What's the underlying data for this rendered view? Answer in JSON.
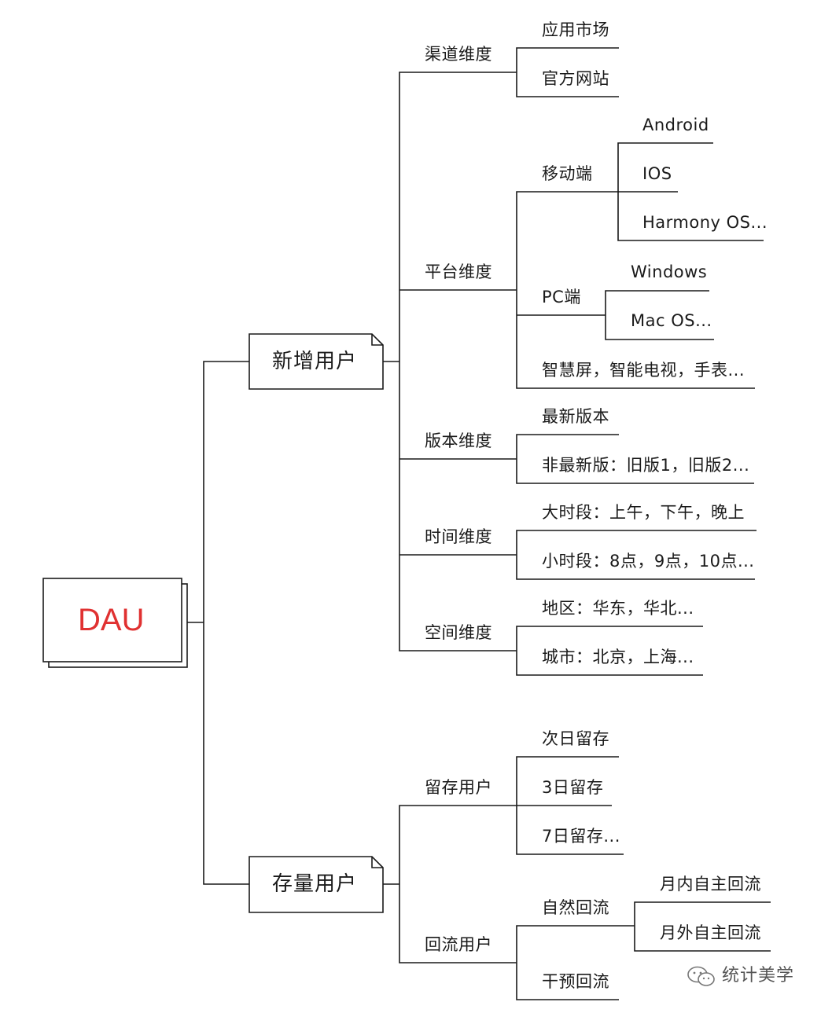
{
  "root": {
    "label": "DAU",
    "color": "#e03131"
  },
  "new_users": {
    "label": "新增用户",
    "channel": {
      "label": "渠道维度",
      "items": [
        "应用市场",
        "官方网站"
      ]
    },
    "platform": {
      "label": "平台维度",
      "mobile": {
        "label": "移动端",
        "items": [
          "Android",
          "IOS",
          "Harmony OS..."
        ]
      },
      "pc": {
        "label": "PC端",
        "items": [
          "Windows",
          "Mac OS..."
        ]
      },
      "other": "智慧屏，智能电视，手表..."
    },
    "version": {
      "label": "版本维度",
      "items": [
        "最新版本",
        "非最新版：旧版1，旧版2..."
      ]
    },
    "time": {
      "label": "时间维度",
      "items": [
        "大时段：上午，下午，晚上",
        "小时段：8点，9点，10点..."
      ]
    },
    "space": {
      "label": "空间维度",
      "items": [
        "地区：华东，华北...",
        "城市：北京，上海..."
      ]
    }
  },
  "existing_users": {
    "label": "存量用户",
    "retained": {
      "label": "留存用户",
      "items": [
        "次日留存",
        "3日留存",
        "7日留存..."
      ]
    },
    "returning": {
      "label": "回流用户",
      "natural": {
        "label": "自然回流",
        "items": [
          "月内自主回流",
          "月外自主回流"
        ]
      },
      "intervention": "干预回流"
    }
  },
  "watermark": {
    "text": "统计美学",
    "icon": "wechat-icon"
  },
  "style": {
    "line_color": "#1a1a1a",
    "accent": "#e03131"
  }
}
